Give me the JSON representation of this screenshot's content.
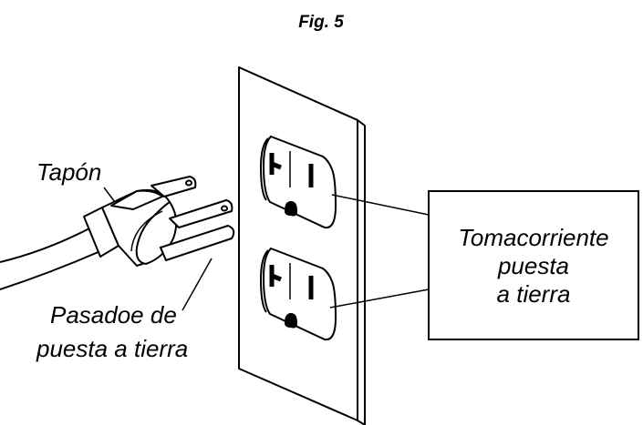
{
  "figure": {
    "title": "Fig. 5"
  },
  "labels": {
    "plug": "Tapón",
    "ground_pin_line1": "Pasadoe de",
    "ground_pin_line2": "puesta a tierra",
    "outlet_line1": "Tomacorriente",
    "outlet_line2": "puesta",
    "outlet_line3": "a tierra"
  },
  "colors": {
    "ink": "#000000",
    "paper": "#ffffff"
  }
}
